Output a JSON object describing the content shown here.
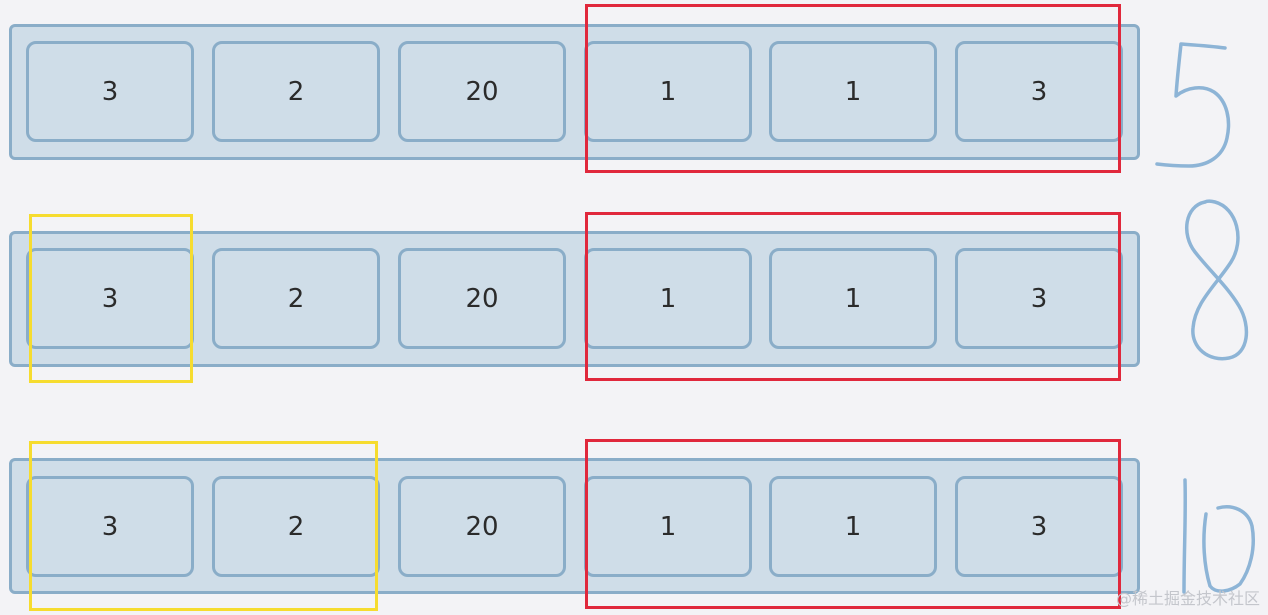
{
  "rows": [
    {
      "cells": [
        "3",
        "2",
        "20",
        "1",
        "1",
        "3"
      ],
      "total": "5"
    },
    {
      "cells": [
        "3",
        "2",
        "20",
        "1",
        "1",
        "3"
      ],
      "total": "8"
    },
    {
      "cells": [
        "3",
        "2",
        "20",
        "1",
        "1",
        "3"
      ],
      "total": "10"
    }
  ],
  "highlights": {
    "window_color": "#e0283c",
    "prefix_color": "#f6dc2f",
    "prefix_cells_per_row": [
      0,
      1,
      2
    ],
    "window_cells": 3
  },
  "colors": {
    "background": "#f3f3f6",
    "cell_fill": "#cfdde8",
    "cell_border": "#8aadc8",
    "handwriting": "#8db4d6"
  },
  "watermark": "@稀土掘金技术社区"
}
